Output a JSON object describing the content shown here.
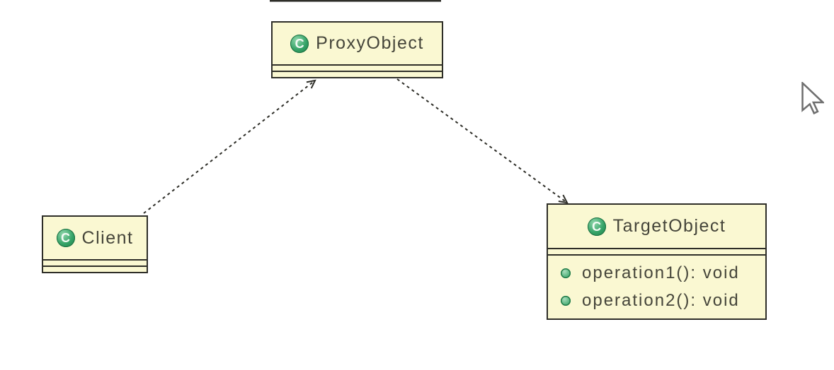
{
  "classes": {
    "proxy": {
      "name": "ProxyObject"
    },
    "client": {
      "name": "Client"
    },
    "target": {
      "name": "TargetObject",
      "methods": [
        "operation1(): void",
        "operation2(): void"
      ]
    }
  },
  "icons": {
    "class_letter": "C",
    "class_icon": "green-circle-C",
    "method_icon": "green-public-method-dot",
    "cursor": "arrow-pointer"
  },
  "relations": [
    {
      "from": "Client",
      "to": "ProxyObject",
      "type": "dependency",
      "line": "dashed",
      "arrowhead": "open"
    },
    {
      "from": "ProxyObject",
      "to": "TargetObject",
      "type": "dependency",
      "line": "dashed",
      "arrowhead": "open"
    }
  ],
  "colors": {
    "class_fill": "#faf8d2",
    "class_border": "#2e2e28",
    "text": "#45453a",
    "icon_green": "#2f9e5f",
    "connector": "#2e2e28"
  }
}
